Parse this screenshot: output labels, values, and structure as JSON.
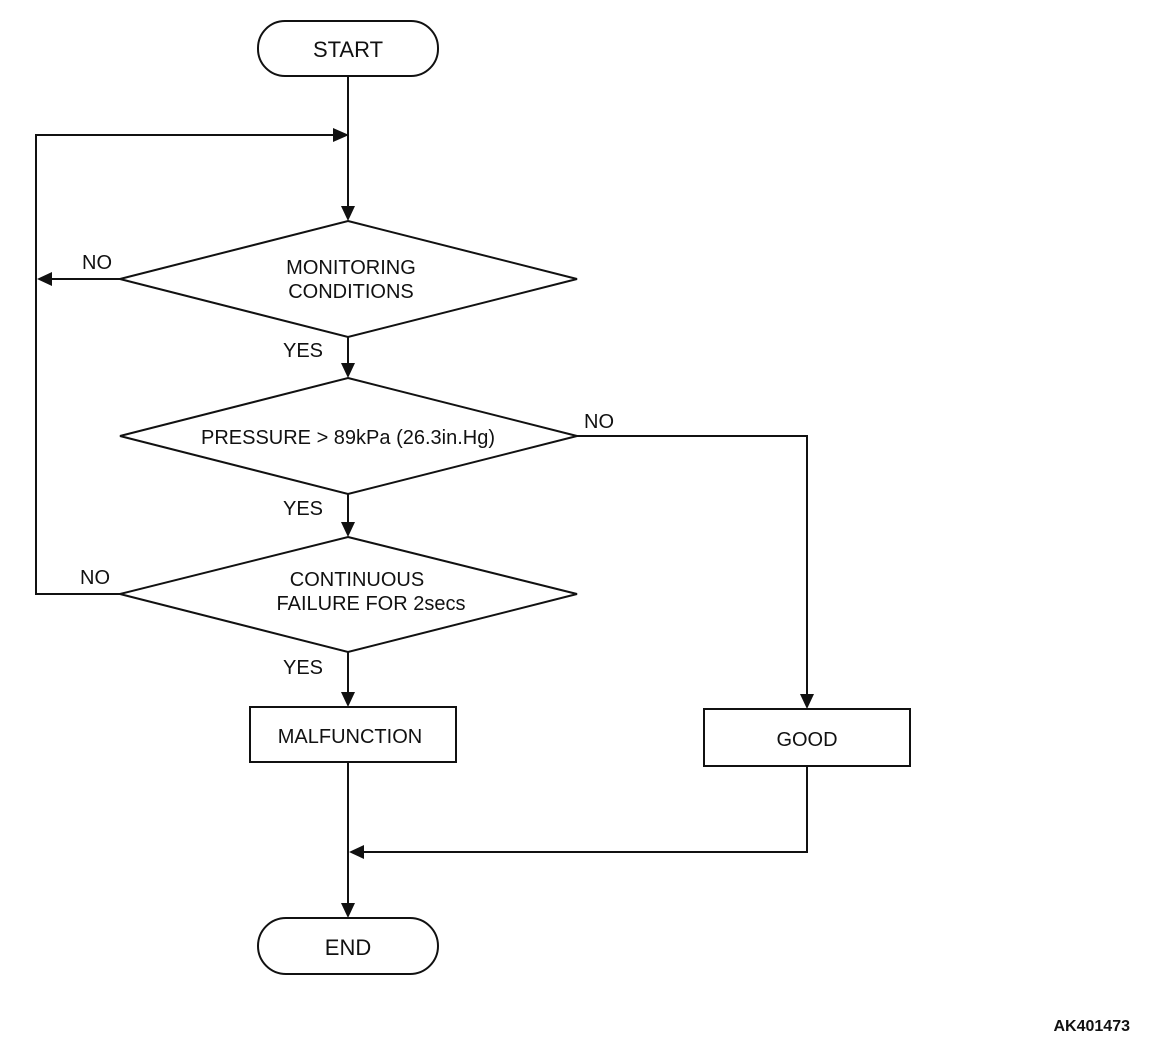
{
  "flowchart": {
    "start": "START",
    "end": "END",
    "decision_monitoring": [
      "MONITORING",
      "CONDITIONS"
    ],
    "decision_pressure": "PRESSURE > 89kPa (26.3in.Hg)",
    "decision_failure": [
      "CONTINUOUS",
      "FAILURE FOR 2secs"
    ],
    "malfunction": "MALFUNCTION",
    "good": "GOOD",
    "edge_labels": {
      "monitoring_no": "NO",
      "monitoring_yes": "YES",
      "pressure_no": "NO",
      "pressure_yes": "YES",
      "failure_no": "NO",
      "failure_yes": "YES"
    }
  },
  "reference_code": "AK401473",
  "colors": {
    "line": "#111111",
    "background": "#ffffff"
  }
}
